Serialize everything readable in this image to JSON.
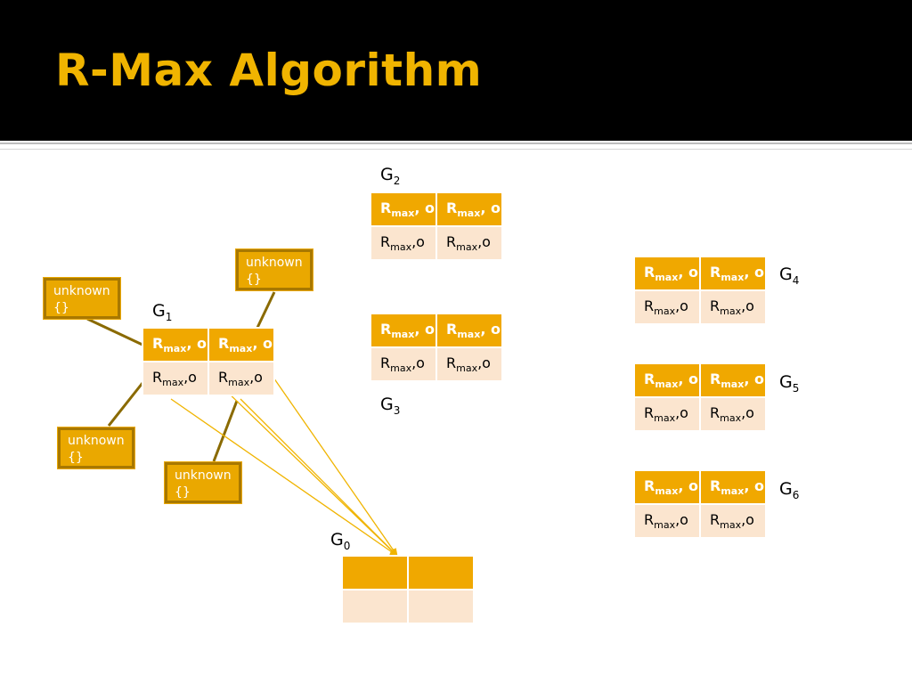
{
  "slide": {
    "title": "R-Max Algorithm"
  },
  "cell_top": {
    "r": "R",
    "sub": "max",
    "rest": ", o"
  },
  "cell_bottom": {
    "r": "R",
    "sub": "max",
    "rest": ",o"
  },
  "graphs": {
    "g0": {
      "base": "G",
      "sub": "0"
    },
    "g1": {
      "base": "G",
      "sub": "1"
    },
    "g2": {
      "base": "G",
      "sub": "2"
    },
    "g3": {
      "base": "G",
      "sub": "3"
    },
    "g4": {
      "base": "G",
      "sub": "4"
    },
    "g5": {
      "base": "G",
      "sub": "5"
    },
    "g6": {
      "base": "G",
      "sub": "6"
    }
  },
  "unknown_nodes": {
    "label": "unknown",
    "value": "{}"
  },
  "colors": {
    "header": "#000000",
    "title": "#f0b400",
    "cell_header": "#f0a800",
    "cell_body": "#fbe5cf",
    "unknown_fill": "#eaa800",
    "unknown_border": "#a87800",
    "link": "#8a6a00",
    "arrow": "#f0b400"
  }
}
